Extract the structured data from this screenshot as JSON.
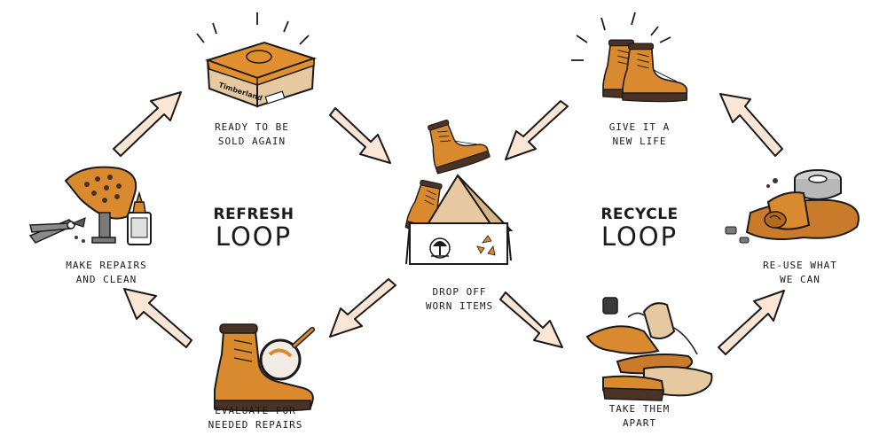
{
  "colors": {
    "boot": "#d98a2e",
    "boot_dark": "#b36a1c",
    "sole": "#4a3324",
    "arrow_fill": "#fbe6d6",
    "ink": "#1a1a1a",
    "box": "#e1902f",
    "cardboard": "#e7c9a1"
  },
  "refresh_loop": {
    "title_line1": "REFRESH",
    "title_line2": "LOOP"
  },
  "recycle_loop": {
    "title_line1": "RECYCLE",
    "title_line2": "LOOP"
  },
  "steps": {
    "ready": {
      "line1": "READY TO BE",
      "line2": "SOLD AGAIN"
    },
    "repairs": {
      "line1": "MAKE REPAIRS",
      "line2": "AND CLEAN"
    },
    "evaluate": {
      "line1": "EVALUATE FOR",
      "line2": "NEEDED REPAIRS"
    },
    "dropoff": {
      "line1": "DROP OFF",
      "line2": "WORN ITEMS"
    },
    "newlife": {
      "line1": "GIVE IT A",
      "line2": "NEW LIFE"
    },
    "reuse": {
      "line1": "RE-USE WHAT",
      "line2": "WE CAN"
    },
    "apart": {
      "line1": "TAKE THEM",
      "line2": "APART"
    }
  },
  "illustrations": {
    "shoebox_brand": "Timberland"
  }
}
